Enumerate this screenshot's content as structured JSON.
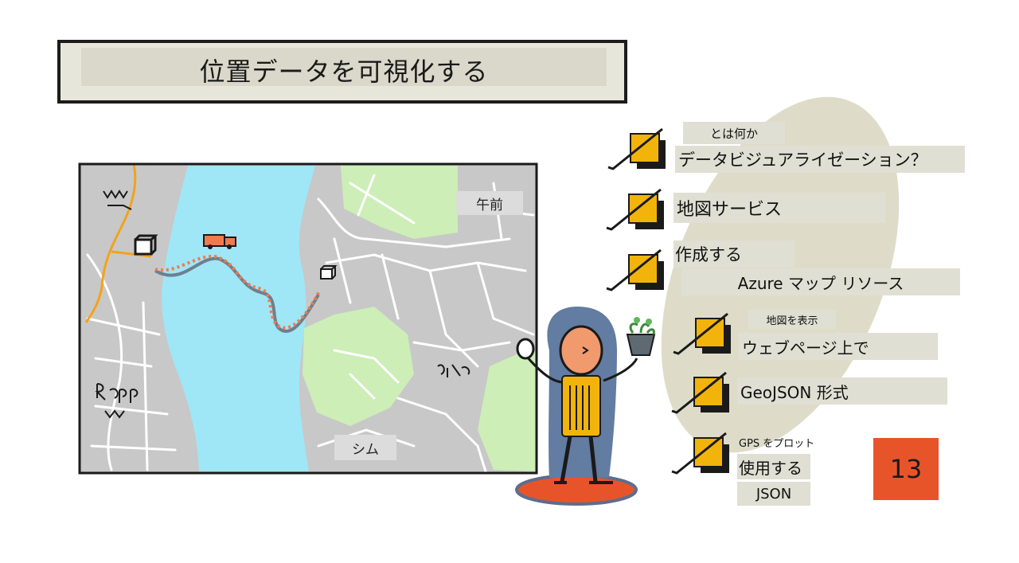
{
  "title": "位置データを可視化する",
  "map": {
    "label_top_right": "午前",
    "label_bottom": "シム"
  },
  "checklist": [
    {
      "small": "とは何か",
      "main": "データビジュアライゼーション？"
    },
    {
      "main": "地図サービス"
    },
    {
      "main": "作成する",
      "sub": "Azure マップ リソース"
    },
    {
      "small": "地図を表示",
      "main": "ウェブページ上で"
    },
    {
      "main": "GeoJSON 形式"
    },
    {
      "small": "GPS をプロット",
      "main": "使用する",
      "sub": "JSON"
    }
  ],
  "badge": "13",
  "colors": {
    "water": "#9fe6f6",
    "park": "#cdeeb7",
    "land": "#c8c8c8",
    "route": "#f07a4f",
    "box_fill": "#f2b40a",
    "badge": "#e8542a",
    "title_bg": "#e7e6da"
  },
  "icons": [
    "truck-icon",
    "package-icon",
    "checkbox-icon",
    "person-illustration",
    "plant-icon"
  ]
}
